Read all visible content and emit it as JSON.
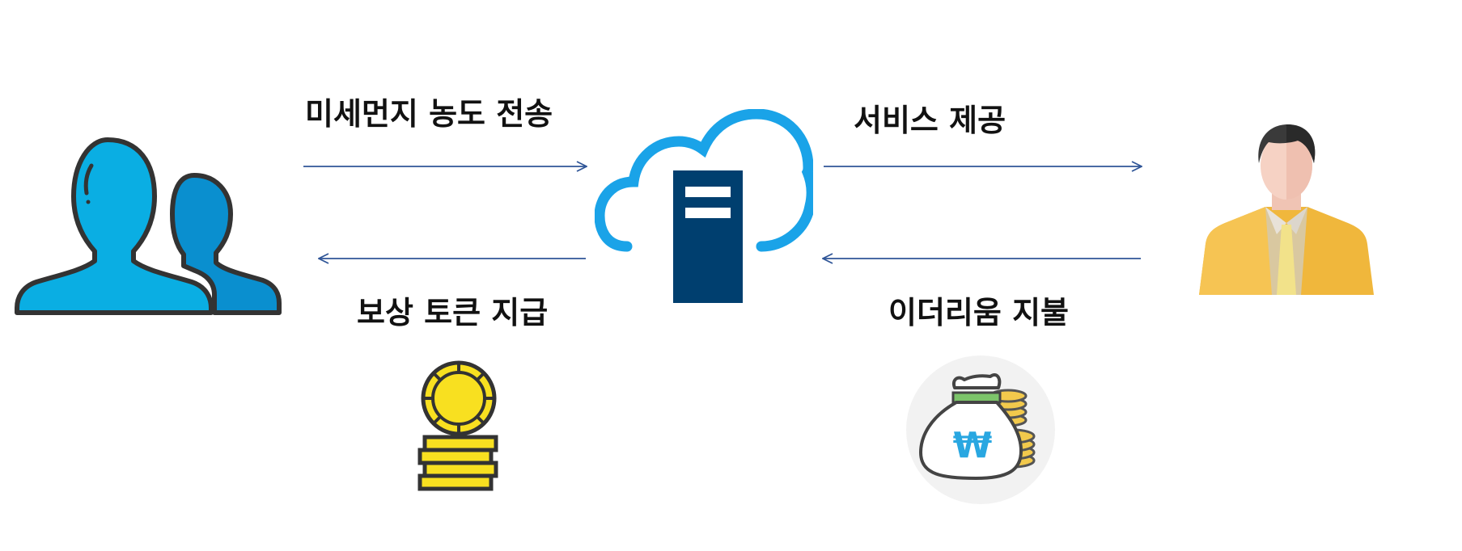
{
  "labels": {
    "send_concentration": "미세먼지 농도 전송",
    "pay_reward_token": "보상 토큰 지급",
    "provide_service": "서비스 제공",
    "pay_ethereum": "이더리움 지불"
  },
  "icons": {
    "users": "users-icon",
    "cloud_server": "cloud-server-icon",
    "business_person": "business-person-icon",
    "coin_stack": "coin-stack-icon",
    "money_bag": "money-bag-icon"
  },
  "currency_symbol": "₩",
  "colors": {
    "arrow": "#2f5597",
    "users_primary": "#0aaee3",
    "users_secondary": "#0a8fcf",
    "cloud": "#1aa3e8",
    "server": "#003f6f",
    "suit": "#f0b73c",
    "coin": "#f8e020",
    "coin_gold": "#f2c94c"
  }
}
